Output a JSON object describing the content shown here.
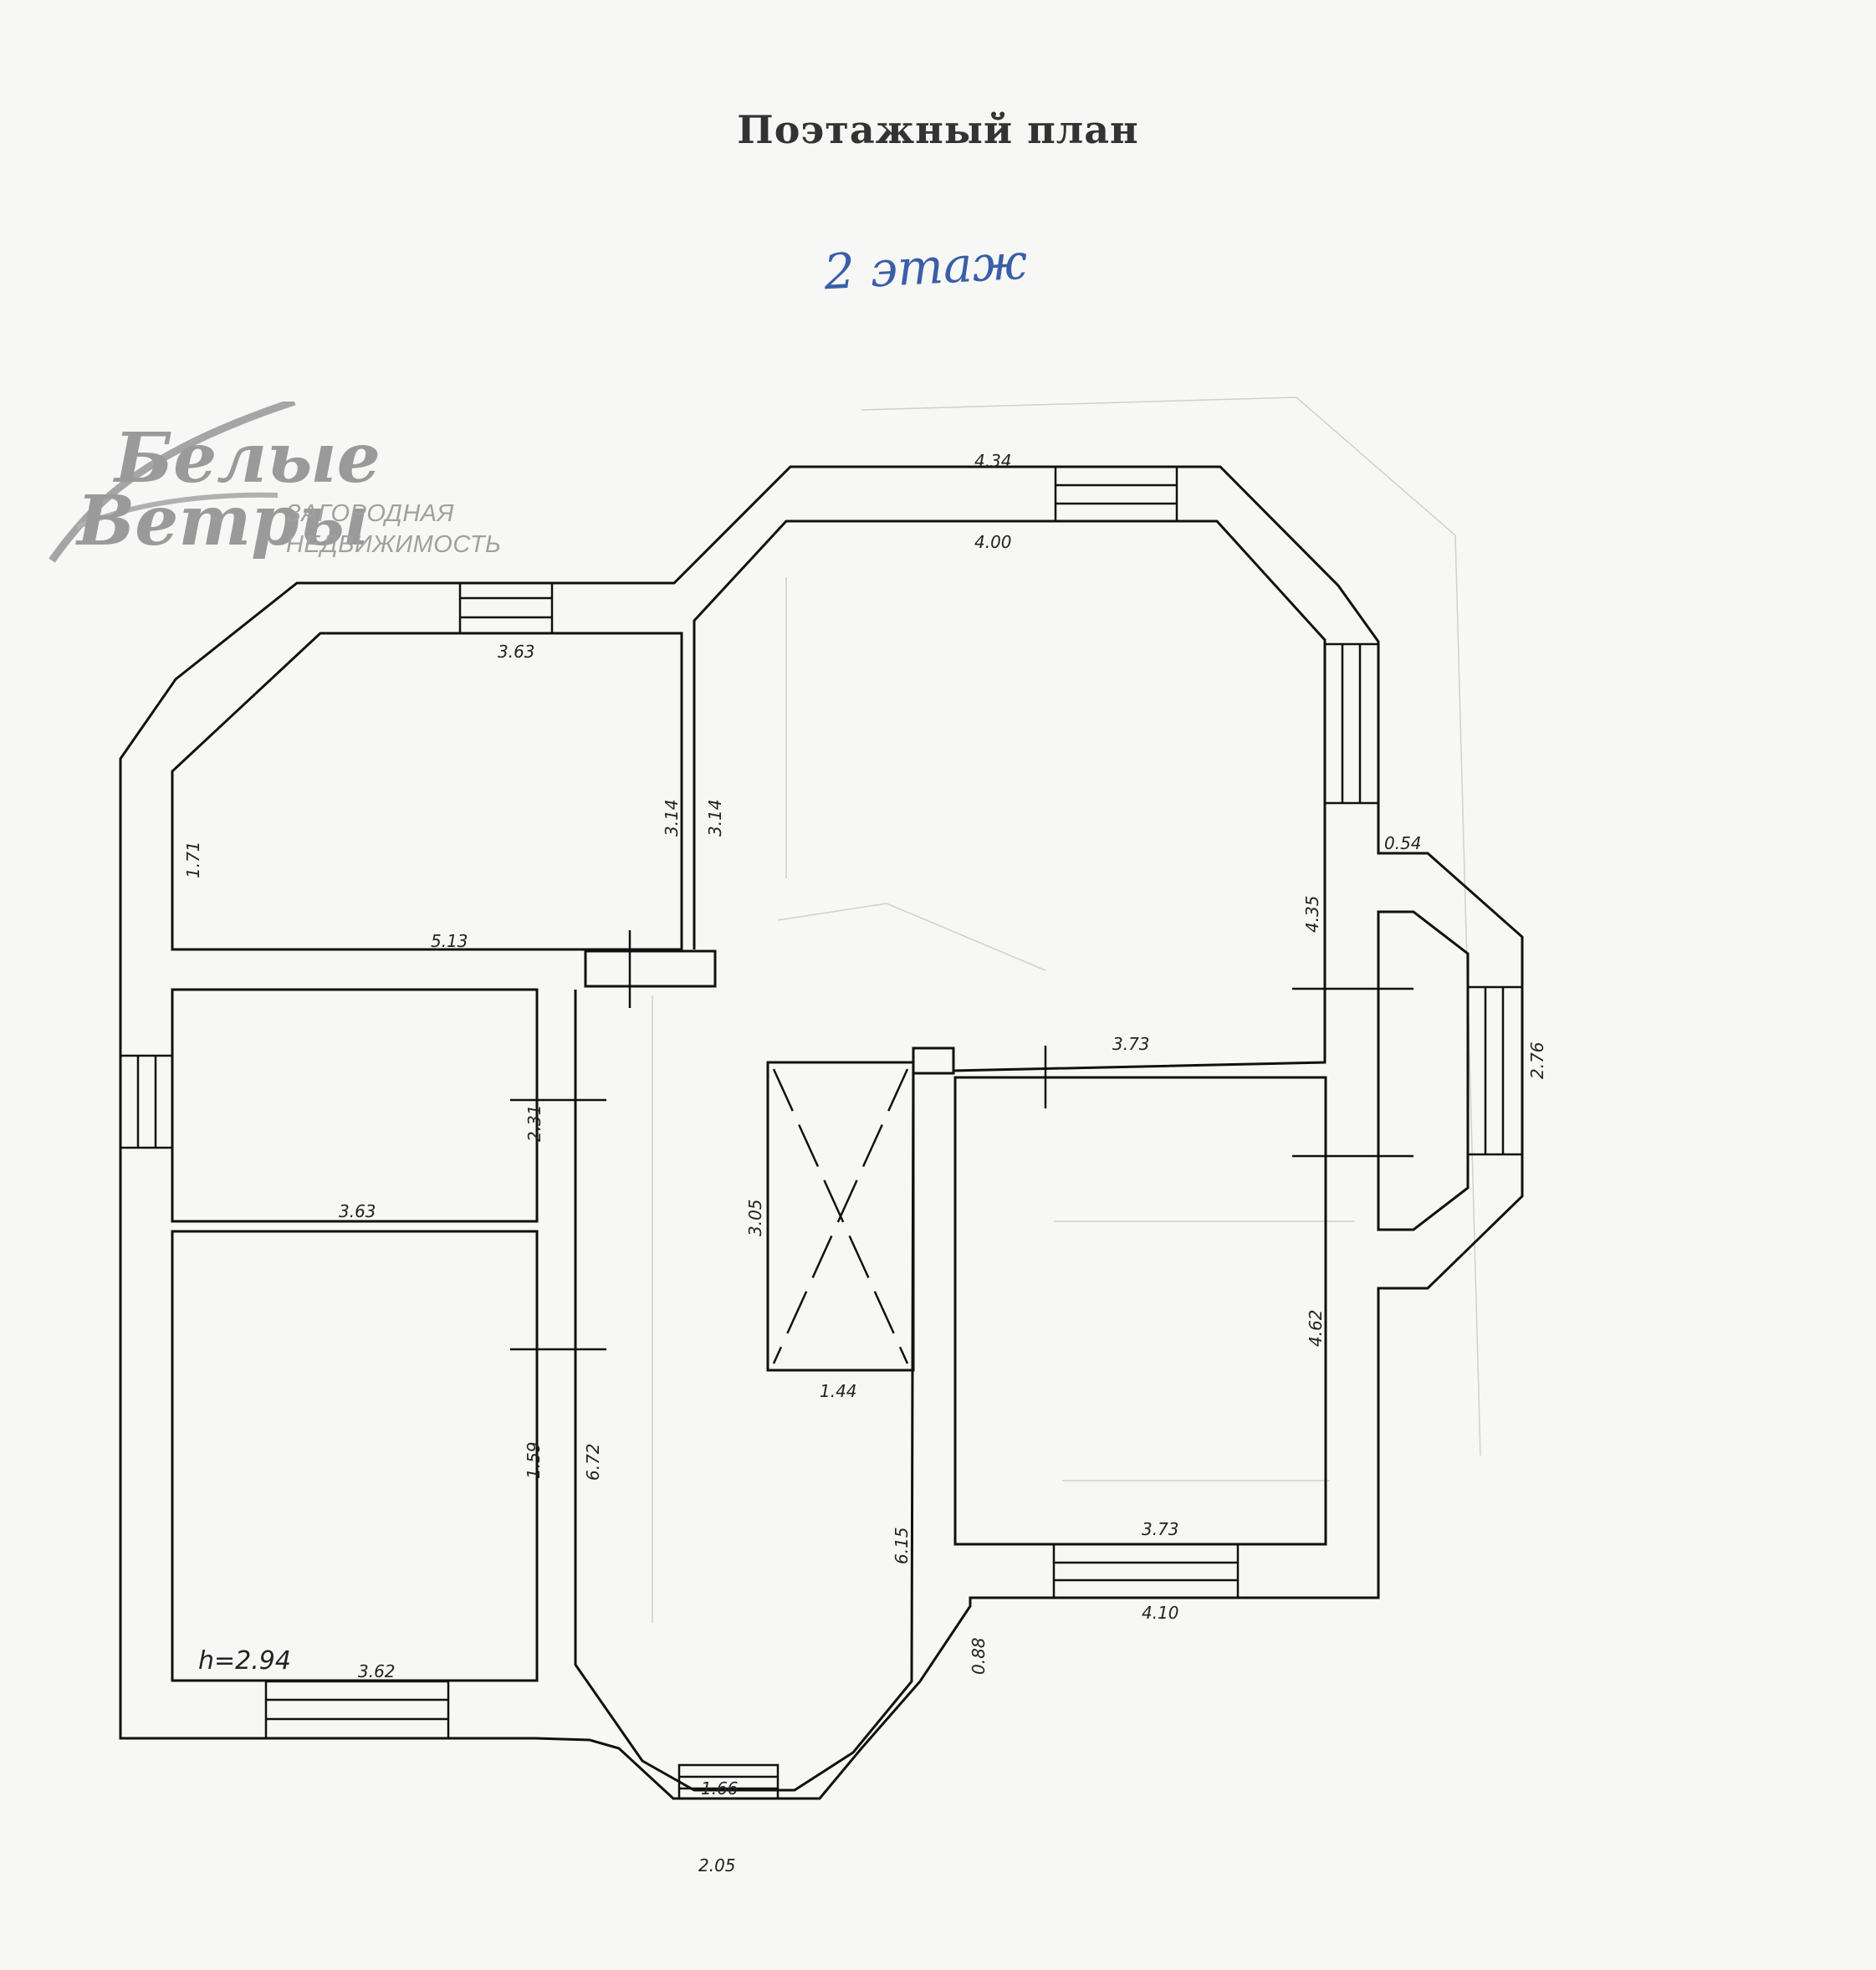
{
  "title": "Поэтажный план",
  "floor_note": "2 этаж",
  "logo": {
    "word1": "Белые",
    "word2": "Ветры",
    "sub1": "ЗАГОРОДНАЯ",
    "sub2": "НЕДВИЖИМОСТЬ"
  },
  "dimensions": {
    "top_outer": "4.34",
    "top_inner": "4.00",
    "room1_top": "3.63",
    "room1_left": "1.71",
    "room1_right_a": "3.14",
    "room1_right_b": "3.14",
    "room1_bottom": "5.13",
    "room2_right": "2.31",
    "room2_bottom": "3.63",
    "room3_right": "1.59",
    "corridor": "6.72",
    "height": "h=2.94",
    "room3_bottom": "3.62",
    "stair_height": "3.05",
    "stair_width": "1.44",
    "hall_right": "6.15",
    "bay_bottom_inner": "1.66",
    "bay_bottom_outer": "2.05",
    "step": "0.88",
    "right_room_top": "3.73",
    "right_room_bottom": "3.73",
    "right_room_side": "4.62",
    "right_outer_bottom": "4.10",
    "right_upper_side": "4.35",
    "right_small": "0.54",
    "right_bay": "2.76"
  }
}
